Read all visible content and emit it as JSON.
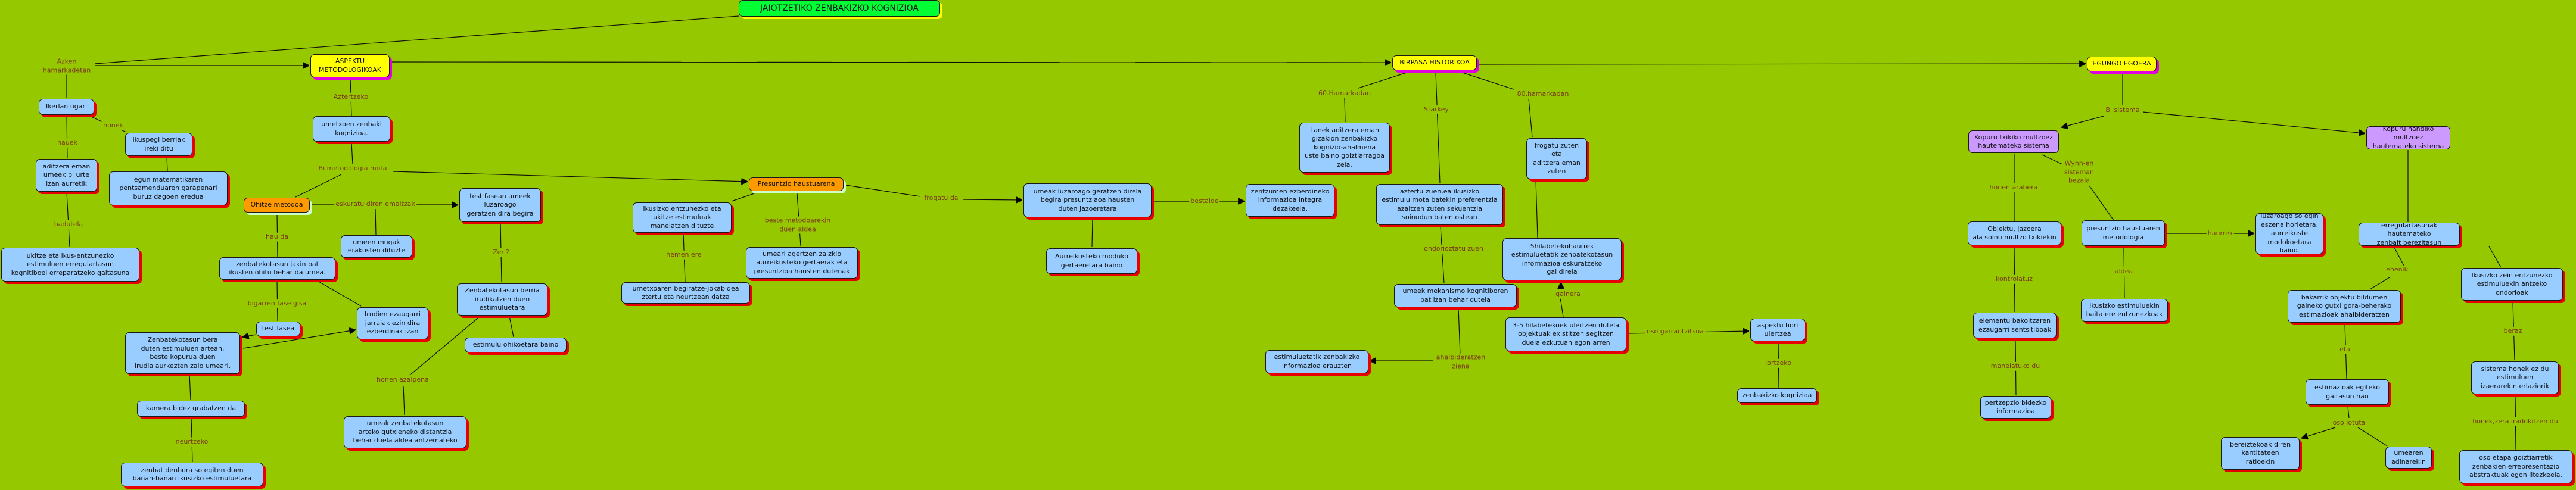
{
  "title": "JAIOTZETIKO ZENBAKIZKO KOGNIZIOA",
  "colors": {
    "background": "#96c800",
    "concept": "#99ccff",
    "shadow": "#e80000",
    "main_topic": "#ffff00",
    "method": "#ff9900",
    "system": "#cc99ff",
    "title": "#00ff33",
    "link_label": "#7b3a1e"
  },
  "nodes": {
    "ikerlan": "Ikerlan ugari",
    "ikuspegi": "ikuspegi berriak\nireki ditu",
    "aditzera": "aditzera eman\numeek bi urte\nizan aurretik",
    "egun": "egun matematikaren\npentsamenduaren garapenari\nburuz dagoen eredua",
    "ukitze": "ukitze eta ikus-entzunezko\nestimuluen erregulartasun\nkognitiboei erreparatzeko gaitasuna",
    "zenb_bera": "Zenbatekotasun bera\nduten estimuluen artean,\nbeste kopurua duen\nirudia aurkezten zaio umeari.",
    "kamera": "kamera bidez grabatzen da",
    "zenbat_denbora": "zenbat denbora so egiten duen\nbanan-banan ikusizko estimuluetara",
    "aspektu": "ASPEKTU\nMETODOLOGIKOAK",
    "umetxoen": "umetxoen zenbaki\nkognizioa.",
    "ohitze": "Ohitze metodoa",
    "test_fasean": "test fasean umeek\nluzaroago\ngeratzen dira begira",
    "mugak": "umeen mugak\nerakusten dituzte",
    "jakin_bat": "zenbatekotasun jakin bat\nikusten ohitu behar da umea.",
    "test_fasea": "test fasea",
    "irudien": "Irudien ezaugarri\njarraiak ezin dira\nezberdinak izan",
    "zenb_berria": "Zenbatekotasun berria\nirudikatzen duen\nestimuluetara",
    "ohikoetara": "estimulu ohikoetara baino",
    "distantzia": "umeak zenbatekotasun\narteko gutxieneko distantzia\nbehar duela aldea antzemateko",
    "presuntzio": "Presuntzio haustuarena",
    "ikusizko_ent": "Ikusizko,entzunezko eta\nukitze estimuluak\nmaneiatzen dituzte",
    "begiratze": "umetxoaren begiratze-jokabidea\nztertu eta neurtzean datza",
    "umeari": "umeari agertzen zaizkio\naurreikusteko gertaerak eta\npresuntzioa hausten dutenak",
    "luzaroago_pres": "umeak luzaroago geratzen direla\nbegira presuntziaoa hausten\nduten jazoeretara",
    "aurreikusteko": "Aurreikusteko moduko\ngertaeretara baino",
    "zentzumen": "zentzumen ezberdineko\ninformazioa integra\ndezakeela.",
    "birpasa": "BIRPASA HISTORIKOA",
    "lanek": "Lanek aditzera eman\ngizakion zenbakizko\nkognizio-ahalmena\nuste baino goiztiarragoa\nzela.",
    "aztertu": "aztertu zuen,ea ikusizko\nestimulu mota batekin preferentzia\nazaltzen zuten sekuentzia\nsoinudun baten ostean",
    "frogatu": "frogatu zuten\neta\naditzera eman\nzuten",
    "bost_hil": "5hilabetekohaurrek\nestimuluetatik zenbatekotasun\ninformazioa eskuratzeko\ngai direla",
    "mekanismo": "umeek mekanismo kognitiboren\nbat izan behar dutela",
    "erauzten": "estimuluetatik zenbakizko\ninformazioa erauzten",
    "hiru_bost": "3-5 hilabetekoek ulertzen dutela\nobjektuak existitzen segitzen\nduela ezkutuan egon arren",
    "aspektu_hori": "aspektu hori\nulertzea",
    "zenb_kog": "zenbakizko kognizioa",
    "egungo": "EGUNGO EGOERA",
    "txikiko": "Kopuru txikiko multzoez\nhautemateko sistema",
    "objektu": "Objektu, jazoera\nala soinu multzo txikiekin",
    "pres_metod": "presuntzio haustuaren\nmetodologia",
    "luzaroago_so": "luzaroago so egin\neszena horietara,\naurreikuste\nmodukoetara baino.",
    "handiko": "Kopuru handiko multzoez\nhautemateko sistema",
    "erregular": "erregulartasunak hautemateko\nzenbait berezitasun",
    "elementu": "elementu bakoitzaren\nezaugarri sentsitiboak",
    "ikusizko_baita": "ikusizko estimuluekin\nbaita ere entzunezkoak",
    "pertzepzio": "pertzepzio bidezko\ninformazioa",
    "ikusizko_zein": "Ikusizko zein entzunezko\nestimuluekin antzeko\nondorioak",
    "bakarrik": "bakarrik objektu bildumen\ngaineko gutxi gora-beherako\nestimazioak ahalbideratzen",
    "estimazioak": "estimazioak egiteko\ngaitasun hau",
    "sistema_honek": "sistema honek ez du\nestimuluen\nizaerarekin erlaziorik",
    "bereiztekoak": "bereiztekoak diren\nkantitateen\nratioekin",
    "adinarekin": "umearen\nadinarekin",
    "goiztiar": "oso etapa goiztiarretik\nzenbakien errepresentazio\nabstraktuak egon litezkeela."
  },
  "labels": {
    "azken": "Azken\nhamarkadetan",
    "honek": "honek",
    "hauek": "hauek",
    "badutela": "badutela",
    "neurtzeko": "neurtzeko",
    "aztertzeko": "Aztertzeko",
    "bi_metodologia": "Bi metodologia mota",
    "eskuratu": "eskuratu diren emaitzak",
    "hau_da": "hau da",
    "bigarren": "bigarren fase gisa",
    "zeri": "Zeri?",
    "honen_azalpena": "honen azalpena",
    "hemen_ere": "hemen ere",
    "beste_metodo": "beste metodoarekin\nduen aldea",
    "frogatu_da": "frogatu da",
    "bestalde": "bestalde",
    "hamarkadan60": "60.Hamarkadan",
    "starkey": "Starkey",
    "hamarkadan80": "80.hamarkadan",
    "ondorioztatu": "ondorioztatu zuen",
    "gainera": "gainera",
    "ahalbideratzen": "ahalbideratzen\nziena",
    "oso_garrantzitsua": "oso garrantzitsua",
    "lortzeko": "lortzeko",
    "bi_sistema": "Bi sistema",
    "honen_arabera": "honen arabera",
    "wynn": "Wynn-en\nsisteman\nbezala",
    "haurrek": "haurrek",
    "kontrolatuz": "kontrolatuz",
    "aldea": "aldea",
    "maneiatuko": "maneiatuko du",
    "lehenik": "lehenik",
    "eta": "eta",
    "beraz": "beraz",
    "oso_lotuta": "oso lotuta",
    "honek_zera": "honek,zera iradokitzen du"
  }
}
